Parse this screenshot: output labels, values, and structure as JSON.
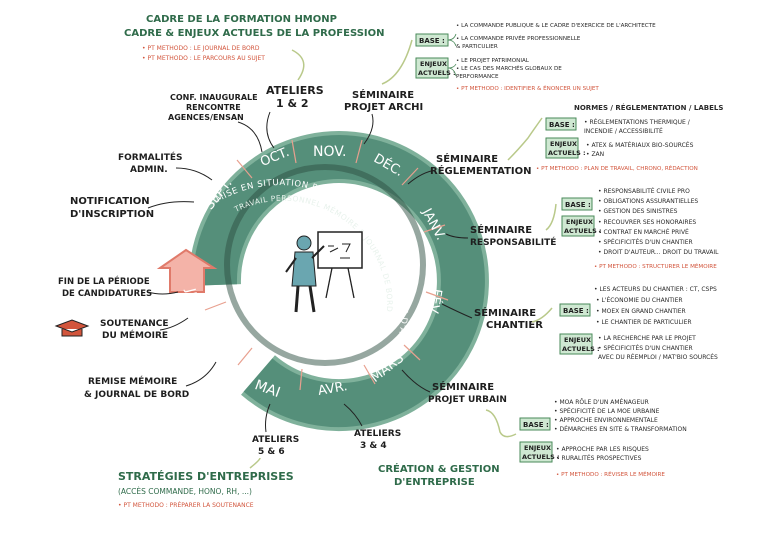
{
  "colors": {
    "ring": "#4e8a74",
    "ring_dark": "#35614f",
    "ring_inner": "#2d4f42",
    "green_text": "#2f6b4a",
    "red_text": "#d2553c",
    "box_green": "#cfe8d2",
    "box_border": "#4a8a5a",
    "leader": "#b9c98a",
    "arrow_red": "#e07a6a"
  },
  "header": {
    "line1": "CADRE DE LA FORMATION HMONP",
    "line2": "CADRE & ENJEUX ACTUELS DE LA PROFESSION",
    "pt1": "• PT METHODO : LE JOURNAL DE BORD",
    "pt2": "• PT METHODO : LE PARCOURS AU SUJET"
  },
  "months": {
    "sept": "SEPT.",
    "oct": "OCT.",
    "nov": "NOV.",
    "dec": "DÉC.",
    "janv": "JANV.",
    "fev": "FÉV.",
    "mars": "MARS",
    "avr": "AVR.",
    "mai": "MAI",
    "juin": "JUIN",
    "juil": "JUIL."
  },
  "ring_text": {
    "outer": "MISE EN SITUATION PROFESSIONNELLE EN STRUCTURE D'ACCUEIL",
    "inner": "TRAVAIL PERSONNEL MÉMOIRE & JOURNAL DE BORD"
  },
  "left": {
    "conf1": "CONF. INAUGURALE",
    "conf2": "RENCONTRE",
    "conf3": "AGENCES/ENSAN",
    "ateliers12_1": "ATELIERS",
    "ateliers12_2": "1 & 2",
    "form1": "FORMALITÉS",
    "form2": "ADMIN.",
    "notif1": "NOTIFICATION",
    "notif2": "D'INSCRIPTION",
    "fin1": "FIN DE LA PÉRIODE",
    "fin2": "DE CANDIDATURES",
    "sout1": "SOUTENANCE",
    "sout2": "DU MÉMOIRE",
    "remise1": "REMISE MÉMOIRE",
    "remise2": "& JOURNAL DE BORD",
    "ateliers56_1": "ATELIERS",
    "ateliers56_2": "5 & 6",
    "ateliers34_1": "ATELIERS",
    "ateliers34_2": "3 & 4",
    "strat1": "STRATÉGIES D'ENTREPRISES",
    "strat2": "(ACCÈS COMMANDE, HONO, RH, ...)",
    "strat_pt": "• PT METHODO : PRÉPARER LA SOUTENANCE",
    "creation1": "CRÉATION & GESTION",
    "creation2": "D'ENTREPRISE"
  },
  "seminars": {
    "archi1": "SÉMINAIRE",
    "archi2": "PROJET ARCHI",
    "regl1": "SÉMINAIRE",
    "regl2": "RÉGLEMENTATION",
    "resp1": "SÉMINAIRE",
    "resp2": "RESPONSABILITÉ",
    "chantier1": "SÉMINAIRE",
    "chantier2": "CHANTIER",
    "urbain1": "SÉMINAIRE",
    "urbain2": "PROJET URBAIN"
  },
  "labels": {
    "base": "BASE :",
    "enjeux1": "ENJEUX",
    "enjeux2": "ACTUELS :"
  },
  "archi_notes": {
    "b1": "• LA COMMANDE PUBLIQUE & LE CADRE D'EXERCICE DE L'ARCHITECTE",
    "b2": "• LA COMMANDE PRIVÉE PROFESSIONNELLE",
    "b3": "  & PARTICULIER",
    "e1": "• LE PROJET PATRIMONIAL",
    "e2": "• LE CAS DES MARCHÉS GLOBAUX DE",
    "e3": "  PERFORMANCE",
    "pt": "• PT METHODO : IDENTIFIER & ÉNONCER UN SUJET"
  },
  "regl_notes": {
    "title": "NORMES / RÉGLEMENTATION / LABELS",
    "b1": "• RÉGLEMENTATIONS THERMIQUE /",
    "b2": "  INCENDIE / ACCESSIBILITÉ",
    "e1": "• ATEX & MATÉRIAUX BIO-SOURCÉS",
    "e2": "• ZAN",
    "pt": "• PT METHODO : PLAN DE TRAVAIL, CHRONO, RÉDACTION"
  },
  "resp_notes": {
    "b1": "• RESPONSABILITÉ CIVILE PRO",
    "b2": "• OBLIGATIONS ASSURANTIELLES",
    "b3": "• GESTION DES SINISTRES",
    "e1": "• RECOUVRER SES HONORAIRES",
    "e2": "• CONTRAT EN MARCHÉ PRIVÉ",
    "e3": "• SPÉCIFICITÉS D'UN CHANTIER",
    "e4": "• DROIT D'AUTEUR... DROIT DU TRAVAIL",
    "pt": "• PT METHODO : STRUCTURER LE MÉMOIRE"
  },
  "chantier_notes": {
    "b0": "• LES ACTEURS DU CHANTIER : CT, CSPS",
    "b1": "• L'ÉCONOMIE DU CHANTIER",
    "b2": "• MOEX EN GRAND CHANTIER",
    "b3": "• LE CHANTIER DE PARTICULIER",
    "e1": "• LA RECHERCHE PAR LE PROJET",
    "e2": "• SPÉCIFICITÉS D'UN CHANTIER",
    "e3": "  AVEC DU RÉEMPLOI / MAT'BIO SOURCÉS"
  },
  "urbain_notes": {
    "b1": "• MOA RÔLE D'UN AMÉNAGEUR",
    "b2": "• SPÉCIFICITÉ DE LA MOE URBAINE",
    "b3": "• APPROCHE ENVIRONNEMENTALE",
    "b4": "• DÉMARCHES EN SITE & TRANSFORMATION",
    "e1": "• APPROCHE PAR LES RISQUES",
    "e2": "• RURALITÉS PROSPECTIVES",
    "pt": "• PT METHODO : RÉVISER LE MÉMOIRE"
  }
}
